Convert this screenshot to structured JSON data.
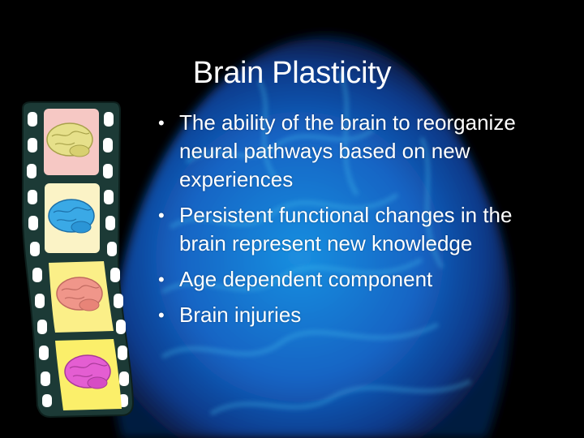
{
  "slide": {
    "title": "Brain Plasticity",
    "bullets": [
      {
        "text": "The ability of the brain to reorganize neural pathways based on new experiences"
      },
      {
        "text": "Persistent functional changes in the brain represent new knowledge"
      },
      {
        "text": "Age dependent component"
      },
      {
        "text": "Brain injuries"
      }
    ],
    "bullet_glyph": "•",
    "colors": {
      "background": "#000000",
      "text": "#ffffff",
      "brain_glow": "#1a6fd0",
      "film": "#1c3a36"
    },
    "filmstrip": {
      "frames": [
        {
          "frame_color": "#f6c8c4",
          "brain_color": "#e6e08a",
          "icon": "brain-icon"
        },
        {
          "frame_color": "#fbf3c6",
          "brain_color": "#3aa9e6",
          "icon": "brain-icon"
        },
        {
          "frame_color": "#fbef88",
          "brain_color": "#f0968a",
          "icon": "brain-icon"
        },
        {
          "frame_color": "#fbef6a",
          "brain_color": "#e45ed2",
          "icon": "brain-icon"
        }
      ]
    }
  }
}
